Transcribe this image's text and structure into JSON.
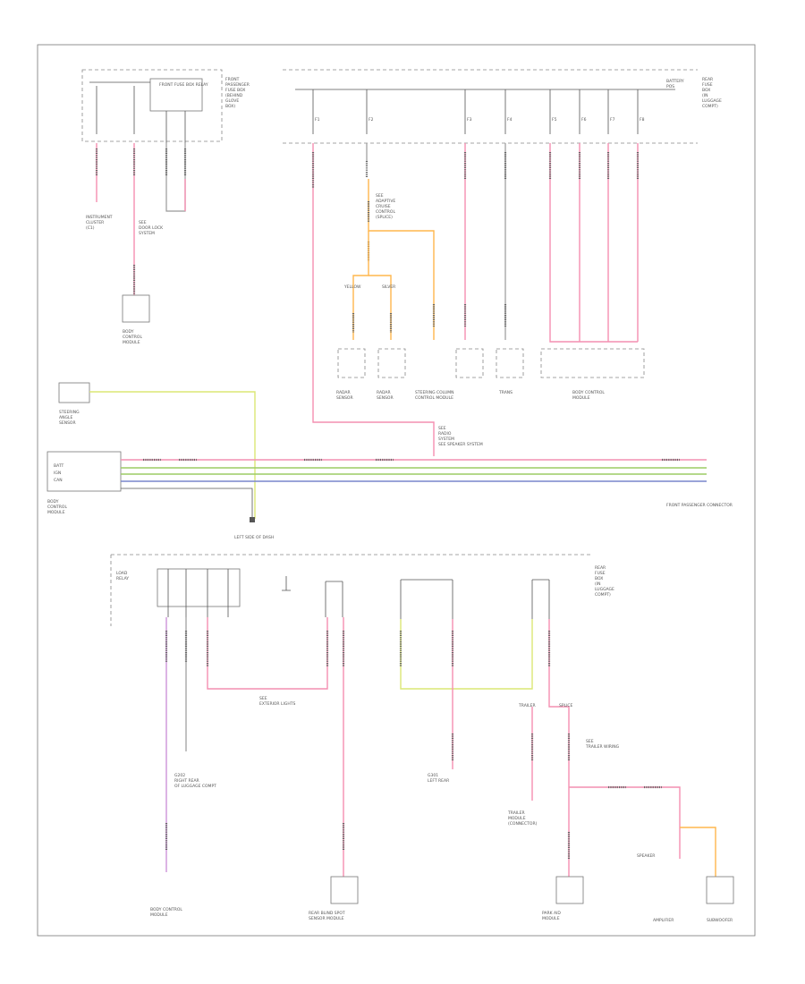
{
  "labels": {
    "page_id": "",
    "left_ground": "LEFT SIDE OF DASH",
    "right_connector": "FRONT PASSENGER CONNECTOR",
    "front_fuse_box_title": "FRONT FUSE BOX RELAY"
  },
  "colors": {
    "pink": "#f48fb1",
    "orange": "#ffb74d",
    "green": "#9ccc65",
    "blue": "#7986cb",
    "purple": "#ce93d8",
    "yellow": "#dce775",
    "line": "#777777"
  }
}
